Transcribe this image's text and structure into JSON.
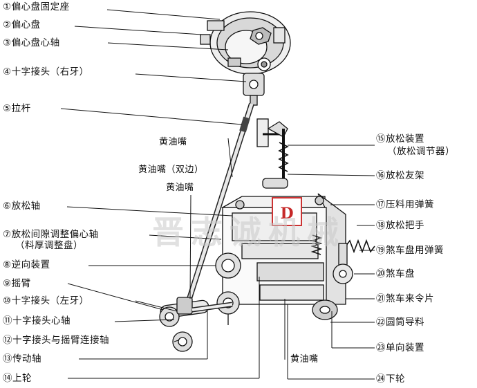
{
  "watermark": "晋志诚机械",
  "logo_text": "D",
  "labels_left": [
    {
      "num": "①",
      "text": "偏心盘固定座"
    },
    {
      "num": "②",
      "text": "偏心盘"
    },
    {
      "num": "③",
      "text": "偏心盘心轴"
    },
    {
      "num": "④",
      "text": "十字接头（右牙）"
    },
    {
      "num": "⑤",
      "text": "拉杆"
    },
    {
      "num": "⑥",
      "text": "放松轴"
    },
    {
      "num": "⑦",
      "text": "放松间隙调整偏心轴"
    },
    {
      "num": "",
      "text": "（料厚调整盘）"
    },
    {
      "num": "⑧",
      "text": "逆向装置"
    },
    {
      "num": "⑨",
      "text": "摇臂"
    },
    {
      "num": "⑩",
      "text": "十字接头（左牙）"
    },
    {
      "num": "⑪",
      "text": "十字接头心轴"
    },
    {
      "num": "⑫",
      "text": "十字接头与摇臂连接轴"
    },
    {
      "num": "⑬",
      "text": "传动轴"
    },
    {
      "num": "⑭",
      "text": "上轮"
    }
  ],
  "labels_right": [
    {
      "num": "⑮",
      "text": "放松装置"
    },
    {
      "num": "",
      "text": "（放松调节器）"
    },
    {
      "num": "⑯",
      "text": "放松友架"
    },
    {
      "num": "⑰",
      "text": "压料用弹簧"
    },
    {
      "num": "⑱",
      "text": "放松把手"
    },
    {
      "num": "⑲",
      "text": "煞车盘用弹簧"
    },
    {
      "num": "⑳",
      "text": "煞车盘"
    },
    {
      "num": "㉑",
      "text": "煞车来令片"
    },
    {
      "num": "㉒",
      "text": "圆筒导料"
    },
    {
      "num": "㉓",
      "text": "单向装置"
    },
    {
      "num": "㉔",
      "text": "下轮"
    }
  ],
  "grease_notes": [
    "黄油嘴",
    "黄油嘴（双边）",
    "黄油嘴",
    "黄油嘴"
  ]
}
